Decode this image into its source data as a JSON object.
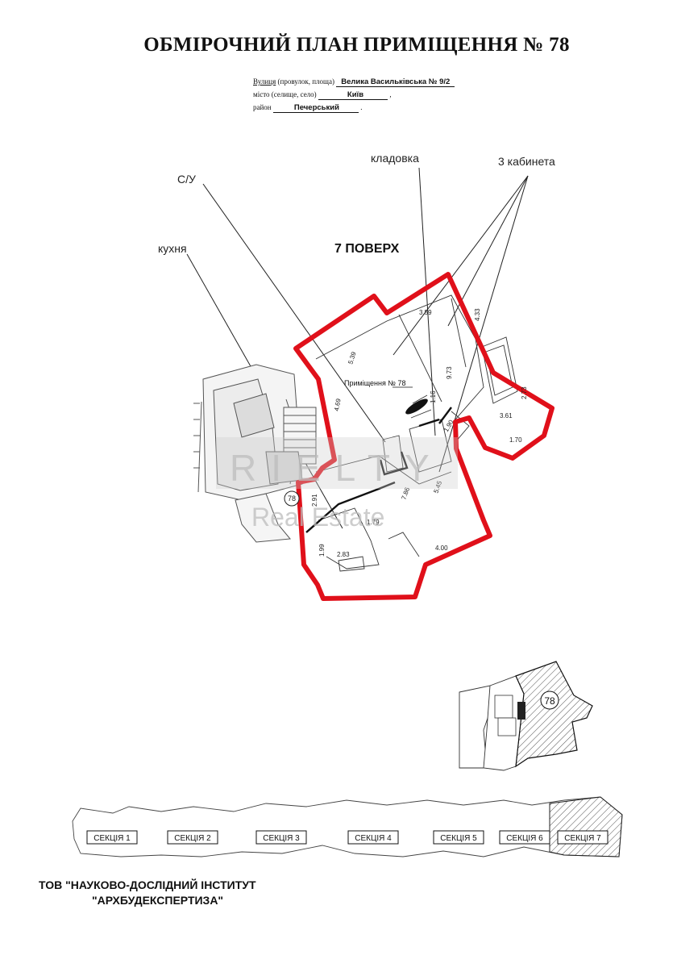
{
  "title": "ОБМІРОЧНИЙ ПЛАН ПРИМІЩЕННЯ № 78",
  "address": {
    "street_label": "Вулиця",
    "street_label_rest": "(провулок, площа)",
    "street_value": "Велика Васильківська",
    "house_number": "№ 9/2",
    "city_label": "місто (селище, село)",
    "city_value": "Київ",
    "district_label": "район",
    "district_value": "Печерський"
  },
  "annotations": {
    "su": "С/У",
    "pantry": "кладовка",
    "cabinets": "3 кабинета",
    "kitchen": "кухня"
  },
  "floor_label": "7 ПОВЕРХ",
  "room_label": "Приміщення № 78",
  "dimensions": [
    "5.39",
    "3.59",
    "4.33",
    "9.73",
    "4.69",
    "1.16",
    "1.90",
    "2.73",
    "3.61",
    "1.70",
    "2.91",
    "7.86",
    "5.45",
    "1.79",
    "1.99",
    "2.83",
    "4.00"
  ],
  "unit_badge": "78",
  "watermark": {
    "line1": "RIELTY",
    "line2": "Real Estate"
  },
  "sections": [
    "СЕКЦІЯ 1",
    "СЕКЦІЯ 2",
    "СЕКЦІЯ 3",
    "СЕКЦІЯ 4",
    "СЕКЦІЯ 5",
    "СЕКЦІЯ 6",
    "СЕКЦІЯ 7"
  ],
  "footer": {
    "line1": "ТОВ \"НАУКОВО-ДОСЛІДНИЙ ІНСТИТУТ",
    "line2": "\"АРХБУДЕКСПЕРТИЗА\""
  },
  "colors": {
    "outline": "#e0101a",
    "lines": "#222222",
    "watermark": "#bdbdbd"
  }
}
